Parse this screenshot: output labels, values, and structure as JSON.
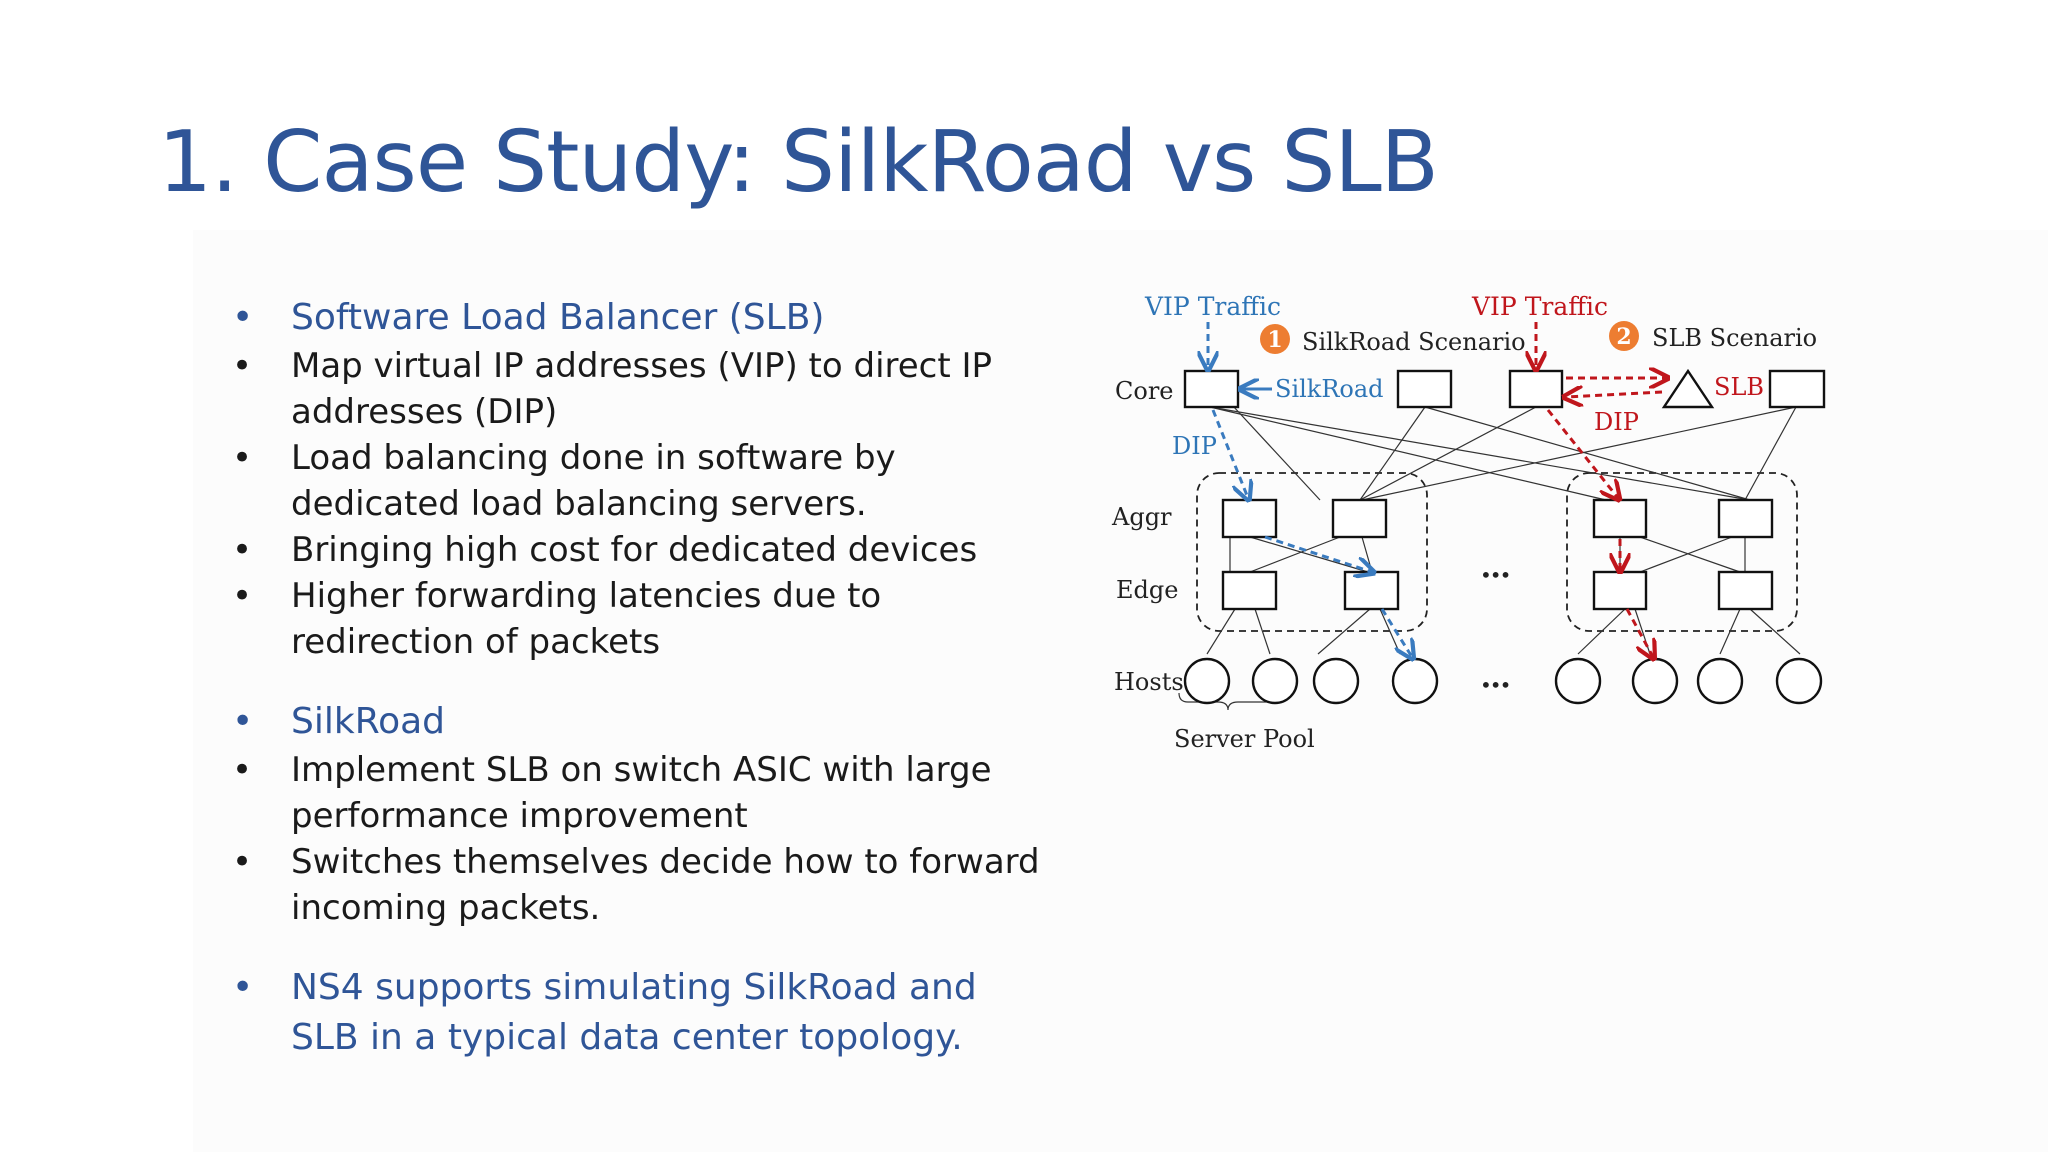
{
  "slide": {
    "title": "1. Case Study: SilkRoad vs SLB"
  },
  "bullets": [
    {
      "kind": "heading",
      "text": "Software Load Balancer (SLB)"
    },
    {
      "kind": "item",
      "text": "Map virtual IP addresses (VIP) to direct IP addresses (DIP)"
    },
    {
      "kind": "item",
      "text": "Load balancing done in software by dedicated load balancing servers."
    },
    {
      "kind": "item",
      "text": "Bringing high cost for dedicated devices"
    },
    {
      "kind": "item",
      "text": "Higher forwarding latencies due to redirection of packets"
    },
    {
      "kind": "heading",
      "text": "SilkRoad",
      "gap": true
    },
    {
      "kind": "item",
      "text": "Implement SLB on switch ASIC with large performance improvement"
    },
    {
      "kind": "item",
      "text": "Switches themselves decide how to forward incoming packets."
    },
    {
      "kind": "heading",
      "text": "NS4 supports simulating SilkRoad and SLB in a typical data center topology.",
      "gap": true
    }
  ],
  "bullet_symbol": "•",
  "diagram": {
    "labels": {
      "vip_traffic_left": "VIP Traffic",
      "vip_traffic_right": "VIP Traffic",
      "scenario_1_num": "1",
      "scenario_1": "SilkRoad Scenario",
      "scenario_2_num": "2",
      "scenario_2": "SLB Scenario",
      "core": "Core",
      "aggr": "Aggr",
      "edge": "Edge",
      "hosts": "Hosts",
      "silkroad": "SilkRoad",
      "dip_left": "DIP",
      "dip_right": "DIP",
      "slb": "SLB",
      "server_pool": "Server Pool",
      "ellipsis_mid": "•••",
      "ellipsis_hosts": "•••"
    },
    "colors": {
      "blue": "#3a7bbf",
      "red": "#c0161c",
      "orange": "#ed7d31",
      "text": "#222222",
      "label_blue": "#2e75b6"
    }
  }
}
